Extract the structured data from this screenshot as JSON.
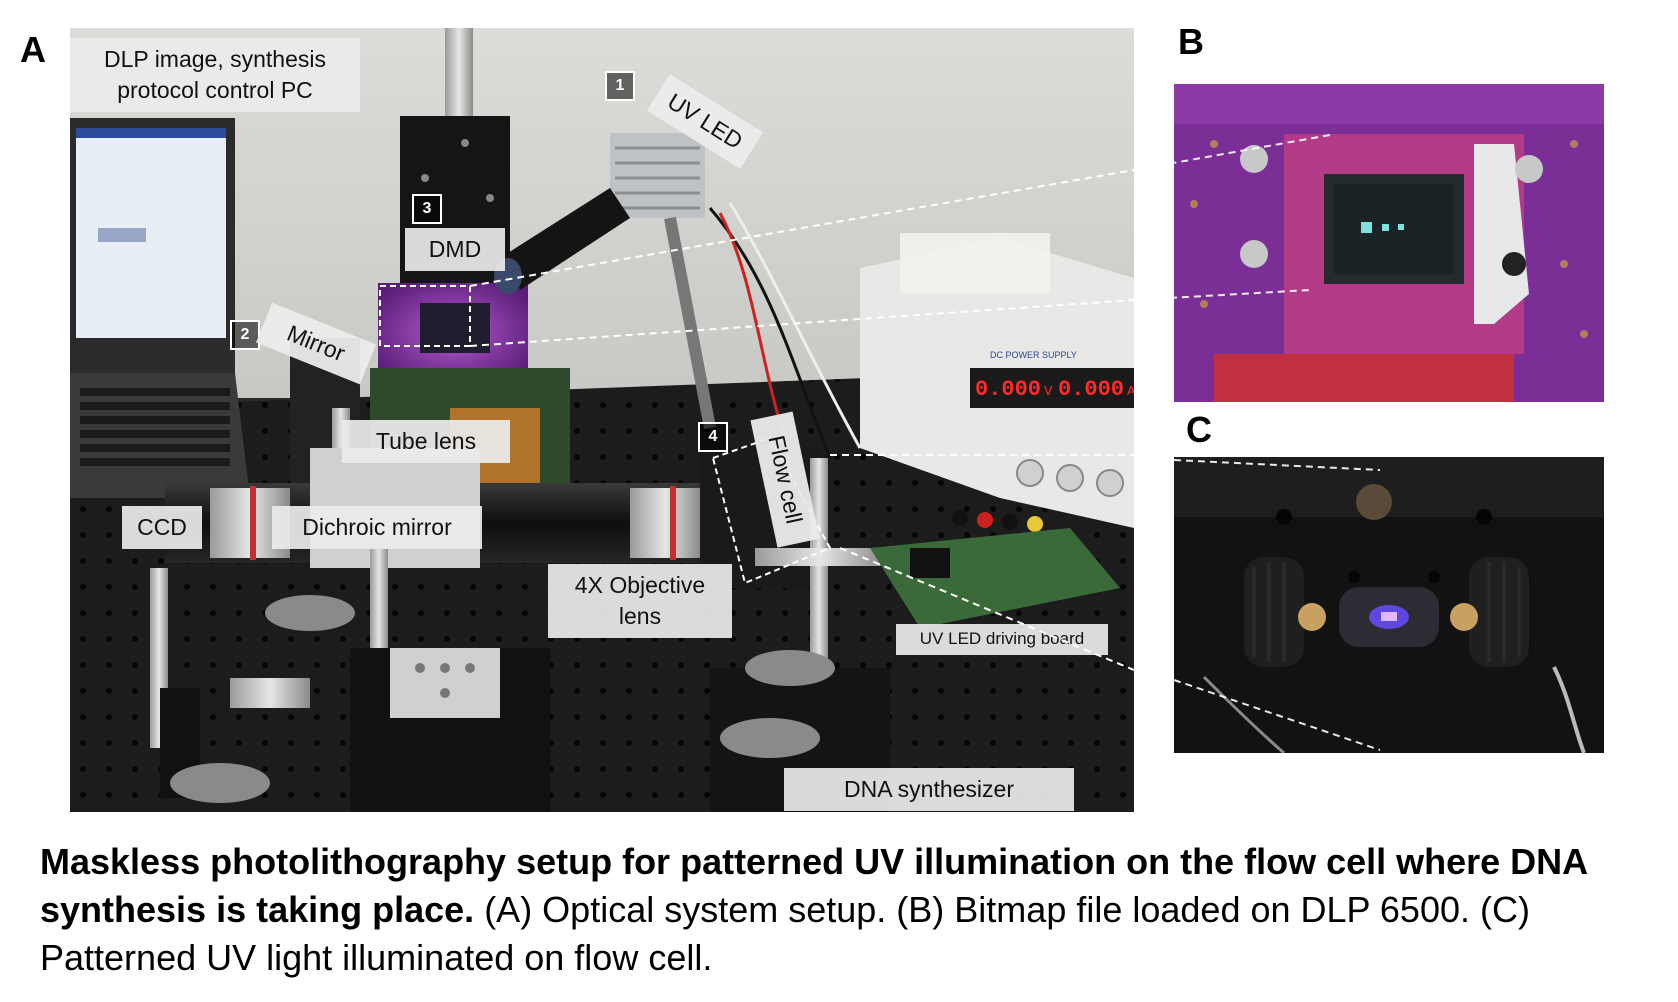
{
  "panels": {
    "a": {
      "letter": "A"
    },
    "b": {
      "letter": "B"
    },
    "c": {
      "letter": "C"
    }
  },
  "labels": {
    "pc_line1": "DLP image, synthesis",
    "pc_line2": "protocol control PC",
    "uv_led": "UV LED",
    "dmd": "DMD",
    "mirror": "Mirror",
    "tube_lens": "Tube lens",
    "ccd": "CCD",
    "dichroic_mirror": "Dichroic mirror",
    "flow_cell": "Flow cell",
    "objective_line1": "4X Objective",
    "objective_line2": "lens",
    "uv_led_board": "UV LED driving board",
    "dna_synthesizer": "DNA synthesizer"
  },
  "numbers": {
    "n1": "1",
    "n2": "2",
    "n3": "3",
    "n4": "4"
  },
  "power_supply": {
    "display_left": "0.000",
    "unit_left": "V",
    "display_right": "0.000",
    "unit_right": "A",
    "brand_text": "DC POWER SUPPLY"
  },
  "caption": {
    "bold": "Maskless photolithography setup for patterned UV illumination on the flow cell where DNA synthesis is taking place.",
    "normal": " (A) Optical system setup. (B) Bitmap file loaded on DLP 6500. (C) Patterned UV light illuminated on flow cell."
  },
  "colors": {
    "table": "#1c1c1c",
    "wall": "#d8d8d4",
    "dmd_board": "#8a3aa0",
    "led_display": "#ff2a2a",
    "uv_glow": "#6a4cff"
  }
}
